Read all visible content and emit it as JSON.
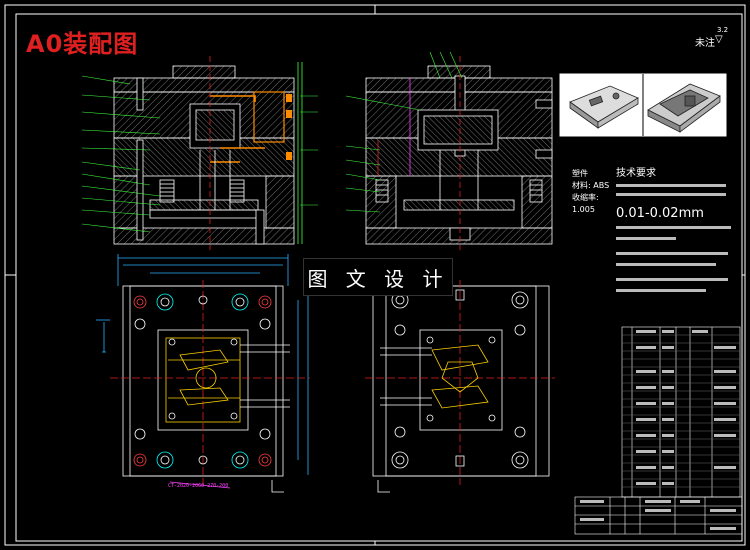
{
  "drawing": {
    "title": "A0装配图",
    "roughness_label": "未注",
    "roughness_symbol": "3.2",
    "watermark": "图 文 设 计",
    "material_label": "材料",
    "material_value": "ABS",
    "shrink_label": "收缩率",
    "shrink_value": "1.005",
    "part_label": "塑件",
    "tech_title": "技术要求",
    "tech_tolerance": "0.01-0.02mm",
    "bottom_dims": "CT-2020-2060-270-200",
    "colors": {
      "background": "#000000",
      "outline": "#ffffff",
      "hatch": "#ffffff",
      "center_line": "#e02020",
      "dimension": "#2ab0ff",
      "part": "#ffd000",
      "leader": "#3cff3c",
      "cavity": "#00ffff",
      "dim_magenta": "#ff40ff"
    }
  }
}
